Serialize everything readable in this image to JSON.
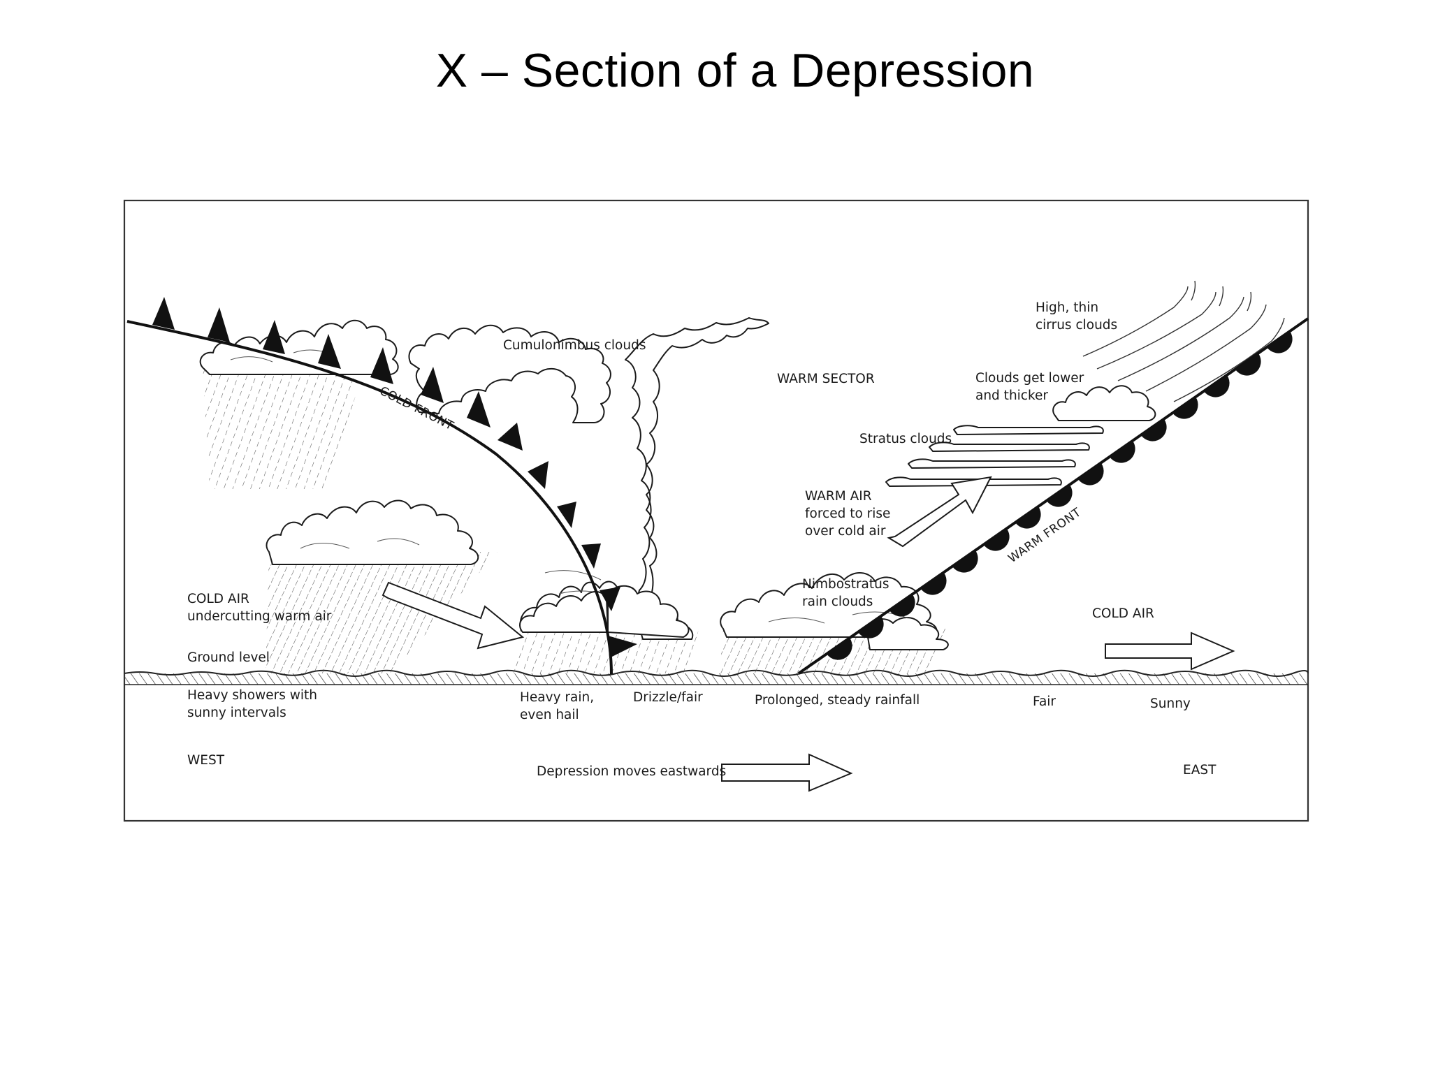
{
  "title": "X – Section of a Depression",
  "labels": {
    "cumulonimbus": "Cumulonimbus clouds",
    "warm_sector": "WARM SECTOR",
    "cirrus_line1": "High, thin",
    "cirrus_line2": "cirrus clouds",
    "lower_thicker_line1": "Clouds get lower",
    "lower_thicker_line2": "and thicker",
    "stratus": "Stratus clouds",
    "warm_air_line1": "WARM AIR",
    "warm_air_line2": "forced to rise",
    "warm_air_line3": "over cold air",
    "nimbostratus_line1": "Nimbostratus",
    "nimbostratus_line2": "rain clouds",
    "cold_air_west_line1": "COLD AIR",
    "cold_air_west_line2": "undercutting warm air",
    "cold_air_east": "COLD AIR",
    "ground_level": "Ground level",
    "cold_front": "COLD FRONT",
    "warm_front": "WARM FRONT",
    "showers_line1": "Heavy showers with",
    "showers_line2": "sunny intervals",
    "heavy_rain_line1": "Heavy rain,",
    "heavy_rain_line2": "even hail",
    "drizzle": "Drizzle/fair",
    "prolonged": "Prolonged, steady rainfall",
    "fair": "Fair",
    "sunny": "Sunny",
    "west": "WEST",
    "east": "EAST",
    "moves_east": "Depression moves eastwards"
  }
}
